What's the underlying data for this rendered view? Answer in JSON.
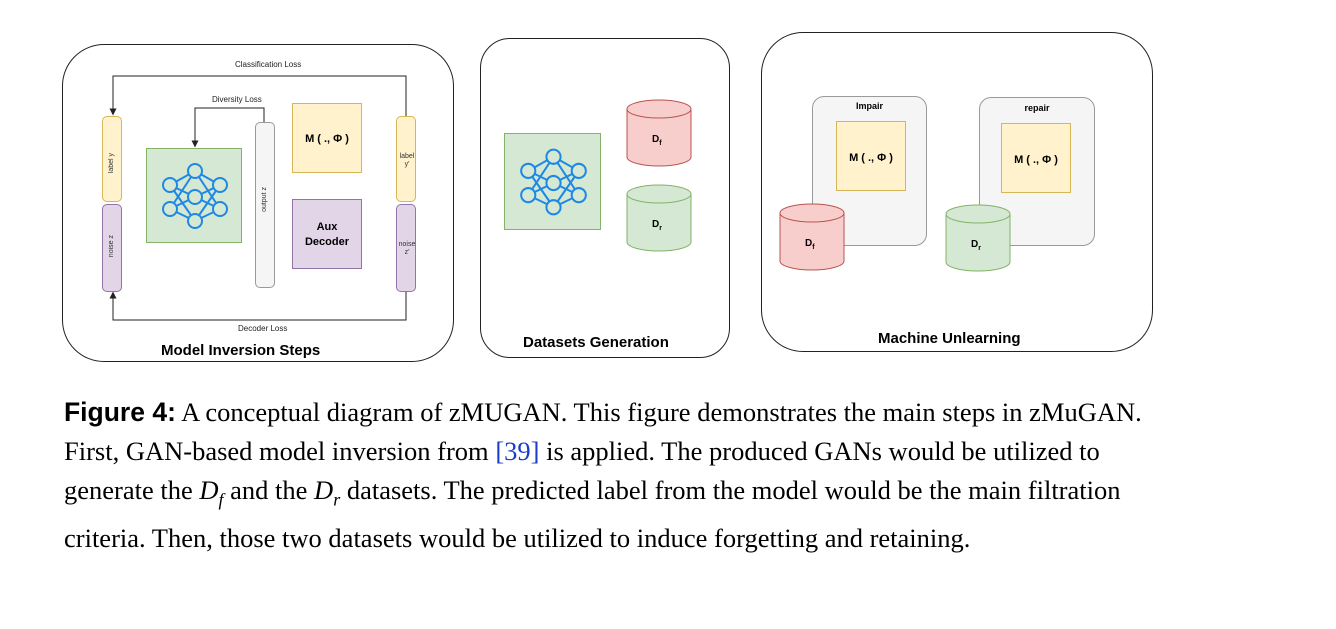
{
  "panels": {
    "inversion": {
      "title": "Model Inversion Steps",
      "classification_loss": "Classification Loss",
      "diversity_loss": "Diversity Loss",
      "decoder_loss": "Decoder Loss",
      "label_y": "label y",
      "noise_z": "noise z",
      "output_z": "output z",
      "label_y_prime": "label y'",
      "noise_z_prime": "noise z'",
      "model_box": "M ( ., Φ )",
      "aux_decoder": "Aux Decoder"
    },
    "generation": {
      "title": "Datasets Generation",
      "df_base": "D",
      "df_sub": "f",
      "dr_base": "D",
      "dr_sub": "r"
    },
    "unlearning": {
      "title": "Machine Unlearning",
      "impair_label": "Impair",
      "repair_label": "repair",
      "model_box_1": "M ( ., Φ )",
      "model_box_2": "M ( ., Φ )",
      "df_base": "D",
      "df_sub": "f",
      "dr_base": "D",
      "dr_sub": "r"
    }
  },
  "caption": {
    "fig_label": "Figure 4:",
    "part1": " A conceptual diagram of zMUGAN. This figure demonstrates the main steps in zMuGAN. First, GAN-based model inversion from ",
    "citation": "[39]",
    "part2": " is applied. The produced GANs would be utilized to generate the ",
    "df_base": "D",
    "df_sub": "f",
    "part3": " and the ",
    "dr_base": "D",
    "dr_sub": "r",
    "part4": " datasets. The predicted label from the model would be the main filtration criteria. Then, those two datasets would be utilized to induce forgetting and retaining."
  },
  "colors": {
    "yellow": "#fff2cc",
    "purple": "#e1d5e7",
    "green": "#d5e8d4",
    "red": "#f8cecc",
    "gray": "#f5f5f5",
    "network_blue": "#1e88e5",
    "citation_blue": "#1a3cc9"
  },
  "icons": [
    "neural-network-icon",
    "database-cylinder-icon"
  ]
}
